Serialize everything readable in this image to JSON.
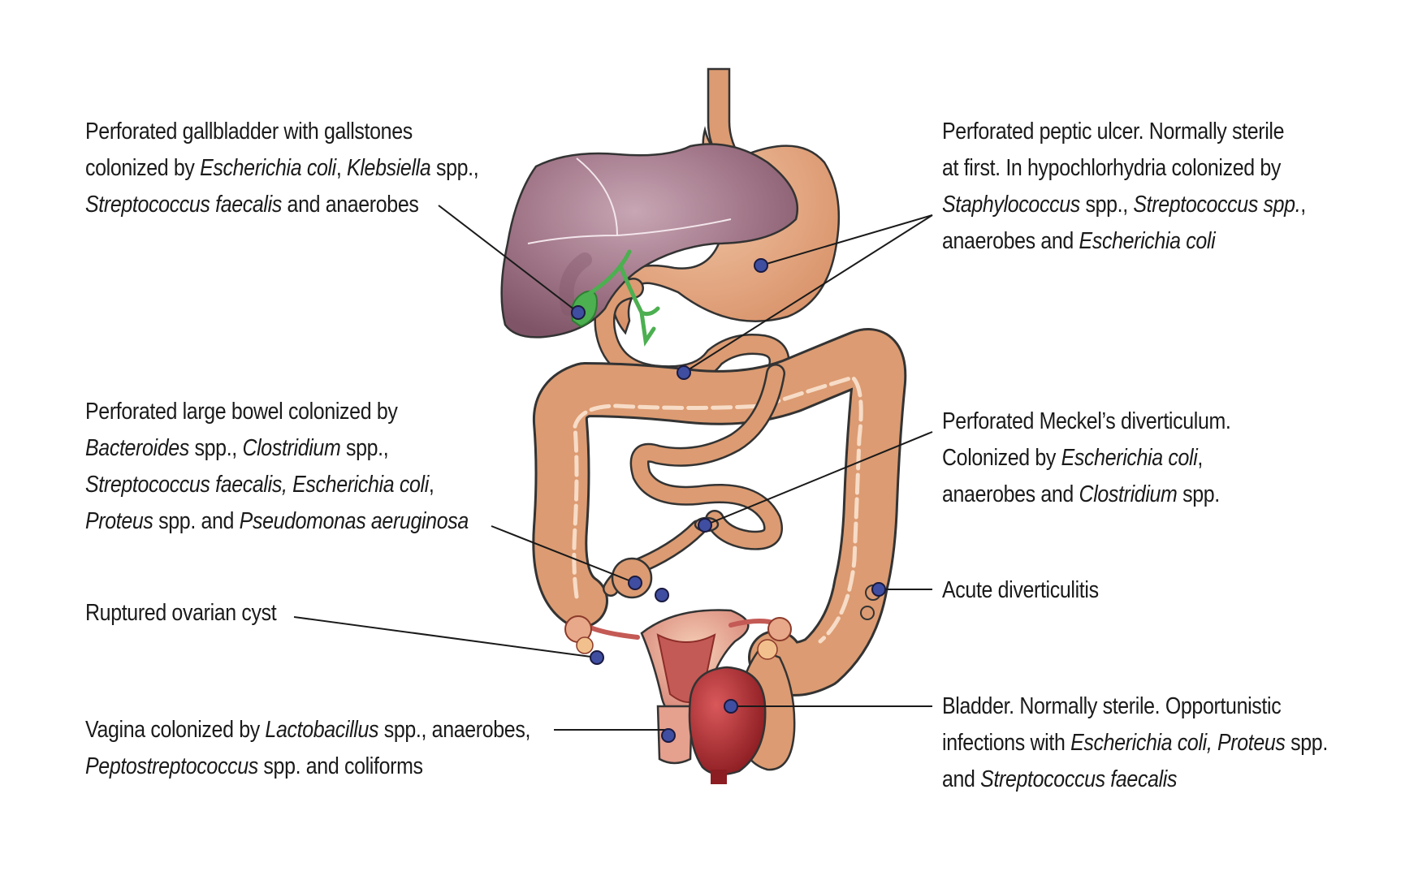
{
  "annotations": {
    "gallbladder": [
      [
        {
          "t": "Perforated gallbladder with gallstones"
        }
      ],
      [
        {
          "t": "colonized by "
        },
        {
          "t": "Escherichia coli",
          "i": true
        },
        {
          "t": ", "
        },
        {
          "t": "Klebsiella",
          "i": true
        },
        {
          "t": " spp.,"
        }
      ],
      [
        {
          "t": "Streptococcus faecalis",
          "i": true
        },
        {
          "t": " and anaerobes"
        }
      ]
    ],
    "peptic_ulcer": [
      [
        {
          "t": "Perforated peptic ulcer.  Normally sterile"
        }
      ],
      [
        {
          "t": "at first.  In hypochlorhydria colonized by"
        }
      ],
      [
        {
          "t": "Staphylococcus",
          "i": true
        },
        {
          "t": " spp., "
        },
        {
          "t": "Streptococcus spp.",
          "i": true
        },
        {
          "t": ","
        }
      ],
      [
        {
          "t": "anaerobes and "
        },
        {
          "t": "Escherichia coli",
          "i": true
        }
      ]
    ],
    "large_bowel": [
      [
        {
          "t": "Perforated large bowel colonized by"
        }
      ],
      [
        {
          "t": "Bacteroides",
          "i": true
        },
        {
          "t": " spp., "
        },
        {
          "t": "Clostridium",
          "i": true
        },
        {
          "t": " spp.,"
        }
      ],
      [
        {
          "t": "Streptococcus faecalis, Escherichia coli",
          "i": true
        },
        {
          "t": ","
        }
      ],
      [
        {
          "t": "Proteus",
          "i": true
        },
        {
          "t": " spp. and "
        },
        {
          "t": "Pseudomonas aeruginosa",
          "i": true
        }
      ]
    ],
    "meckels": [
      [
        {
          "t": "Perforated Meckel’s diverticulum."
        }
      ],
      [
        {
          "t": "Colonized by "
        },
        {
          "t": "Escherichia coli",
          "i": true
        },
        {
          "t": ","
        }
      ],
      [
        {
          "t": "anaerobes and "
        },
        {
          "t": "Clostridium",
          "i": true
        },
        {
          "t": " spp."
        }
      ]
    ],
    "diverticulitis": [
      [
        {
          "t": "Acute diverticulitis"
        }
      ]
    ],
    "ovarian_cyst": [
      [
        {
          "t": "Ruptured ovarian cyst"
        }
      ]
    ],
    "vagina": [
      [
        {
          "t": "Vagina colonized by "
        },
        {
          "t": "Lactobacillus",
          "i": true
        },
        {
          "t": " spp., anaerobes,"
        }
      ],
      [
        {
          "t": "Peptostreptococcus",
          "i": true
        },
        {
          "t": " spp. and coliforms"
        }
      ]
    ],
    "bladder": [
      [
        {
          "t": "Bladder.  Normally sterile.  Opportunistic"
        }
      ],
      [
        {
          "t": "infections with "
        },
        {
          "t": "Escherichia coli, Proteus",
          "i": true
        },
        {
          "t": " spp."
        }
      ],
      [
        {
          "t": "and "
        },
        {
          "t": "Streptococcus faecalis",
          "i": true
        }
      ]
    ]
  },
  "colors": {
    "liver": "#9e7385",
    "gut": "#dc9b72",
    "bile_duct": "#4caf50",
    "uterus": "#e5a08e",
    "bladder": "#a3272b",
    "marker": "#3f4ea0"
  }
}
